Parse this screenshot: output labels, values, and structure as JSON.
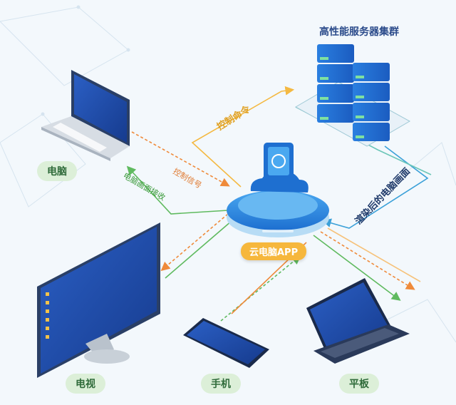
{
  "diagram": {
    "server_cluster_label": "高性能服务器集群",
    "app_label": "云电脑APP",
    "devices": {
      "computer": "电脑",
      "tv": "电视",
      "phone": "手机",
      "tablet": "平板"
    },
    "flows": {
      "control_command": "控制命令",
      "rendered_screen": "渲染后的电脑画面",
      "control_signal": "控制信号",
      "screen_receive": "电脑画面接收"
    },
    "colors": {
      "yellow_flow": "#f4b942",
      "orange_flow": "#ef8a3a",
      "green_flow": "#5fba5f",
      "blue_flow": "#3aa0d8",
      "teal_flow": "#6cc6b8",
      "app_blue": "#1e6fd0",
      "screen_blue": "#1b4aa8",
      "pill_green": "#dcefd8"
    }
  }
}
